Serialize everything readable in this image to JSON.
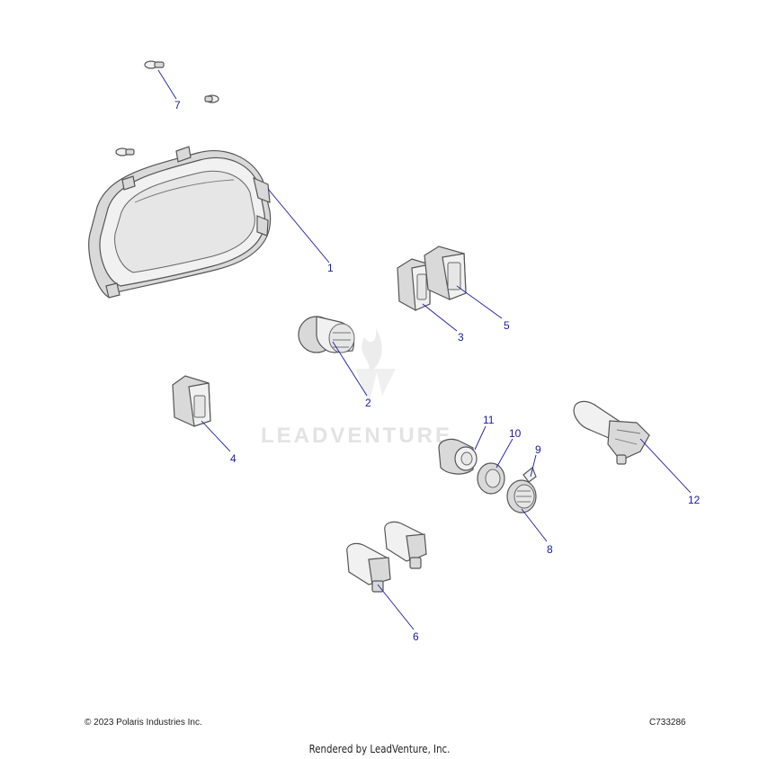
{
  "watermark": {
    "text": "LEADVENTURE"
  },
  "callouts": {
    "c1": "1",
    "c2": "2",
    "c3": "3",
    "c4": "4",
    "c5": "5",
    "c6": "6",
    "c7": "7",
    "c8": "8",
    "c9": "9",
    "c10": "10",
    "c11": "11",
    "c12": "12"
  },
  "footer": {
    "copyright": "© 2023 Polaris Industries Inc.",
    "drawing_code": "C733286",
    "rendered_by": "Rendered by LeadVenture, Inc."
  },
  "colors": {
    "callout": "#1a1aa6",
    "line_art": "#555555",
    "watermark": "#e3e3e3"
  }
}
